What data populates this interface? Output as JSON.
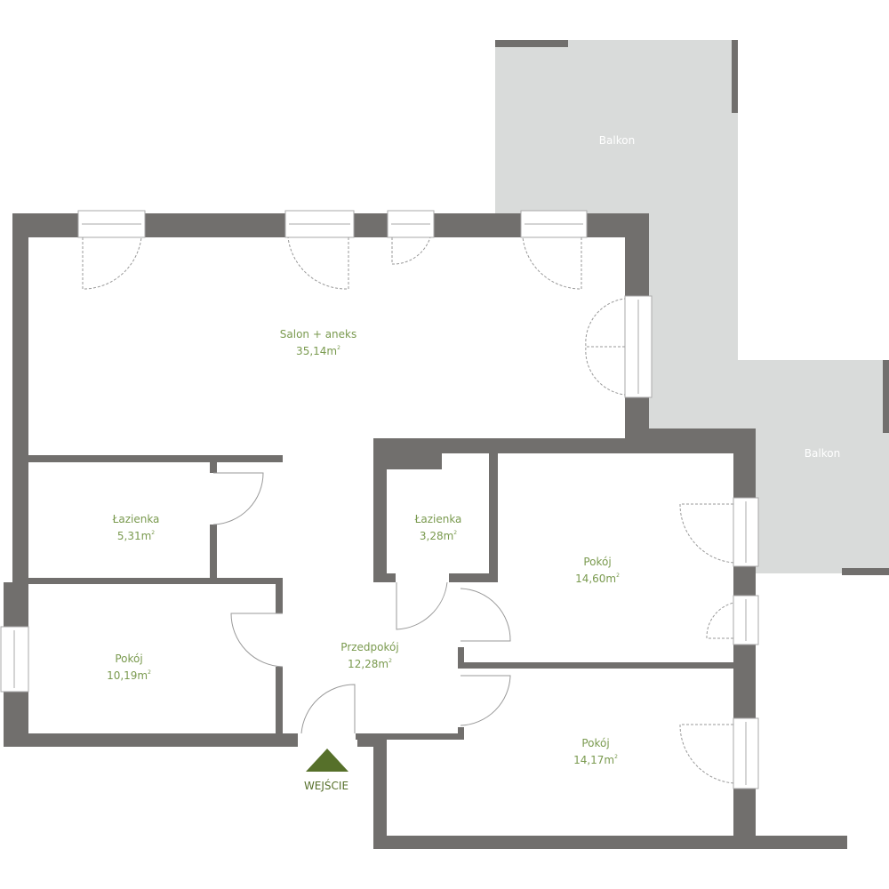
{
  "rooms": [
    {
      "name": "Salon + aneks",
      "area": "35,14m",
      "sup": "2"
    },
    {
      "name": "Łazienka",
      "area": "5,31m",
      "sup": "2"
    },
    {
      "name": "Łazienka",
      "area": "3,28m",
      "sup": "2"
    },
    {
      "name": "Pokój",
      "area": "14,60m",
      "sup": "2"
    },
    {
      "name": "Pokój",
      "area": "10,19m",
      "sup": "2"
    },
    {
      "name": "Przedpokój",
      "area": "12,28m",
      "sup": "2"
    },
    {
      "name": "Pokój",
      "area": "14,17m",
      "sup": "2"
    }
  ],
  "balconies": [
    "Balkon",
    "Balkon"
  ],
  "entrance": "WEJŚCIE",
  "colors": {
    "wall": "#716f6d",
    "balcony": "#d9dbda",
    "label": "#7a9a4f",
    "entrance": "#56702a"
  }
}
